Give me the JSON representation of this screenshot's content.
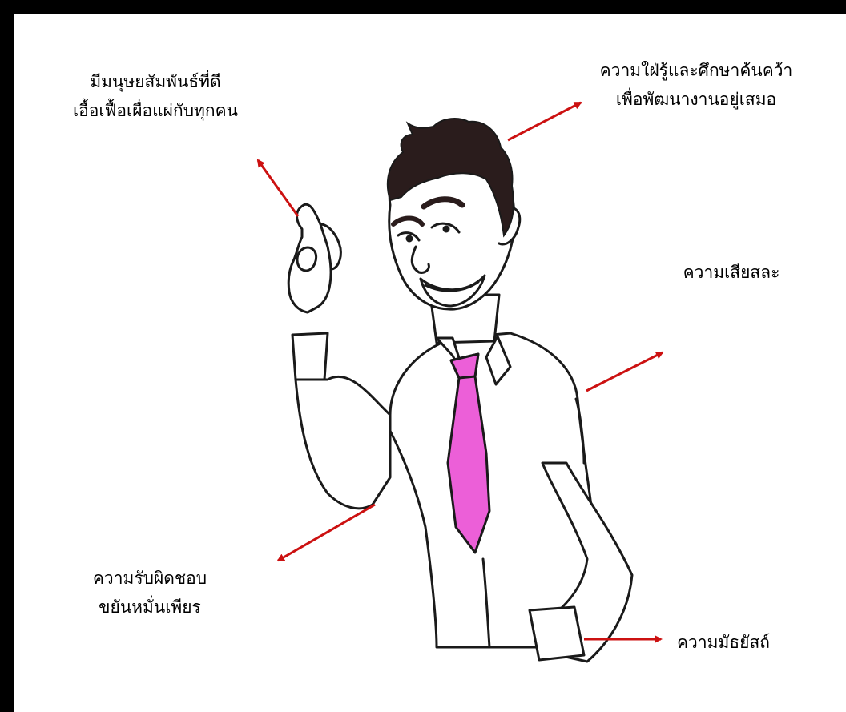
{
  "theme": {
    "frame_color": "#000000",
    "arrow_color": "#cc1111",
    "tie_color": "#ec5fd8",
    "hair_color": "#2a1c1c",
    "line_color": "#1a1a1a"
  },
  "labels": {
    "relations": {
      "line1": "มีมนุษยสัมพันธ์ที่ดี",
      "line2": "เอื้อเฟื้อเผื่อแผ่กับทุกคน"
    },
    "learning": {
      "line1": "ความใฝ่รู้และศึกษาค้นคว้า",
      "line2": "เพื่อพัฒนางานอยู่เสมอ"
    },
    "sacrifice": {
      "line1": "ความเสียสละ"
    },
    "responsibility": {
      "line1": "ความรับผิดชอบ",
      "line2": "ขยันหมั่นเพียร"
    },
    "honesty": {
      "line1": "ความมัธยัสถ์"
    }
  }
}
